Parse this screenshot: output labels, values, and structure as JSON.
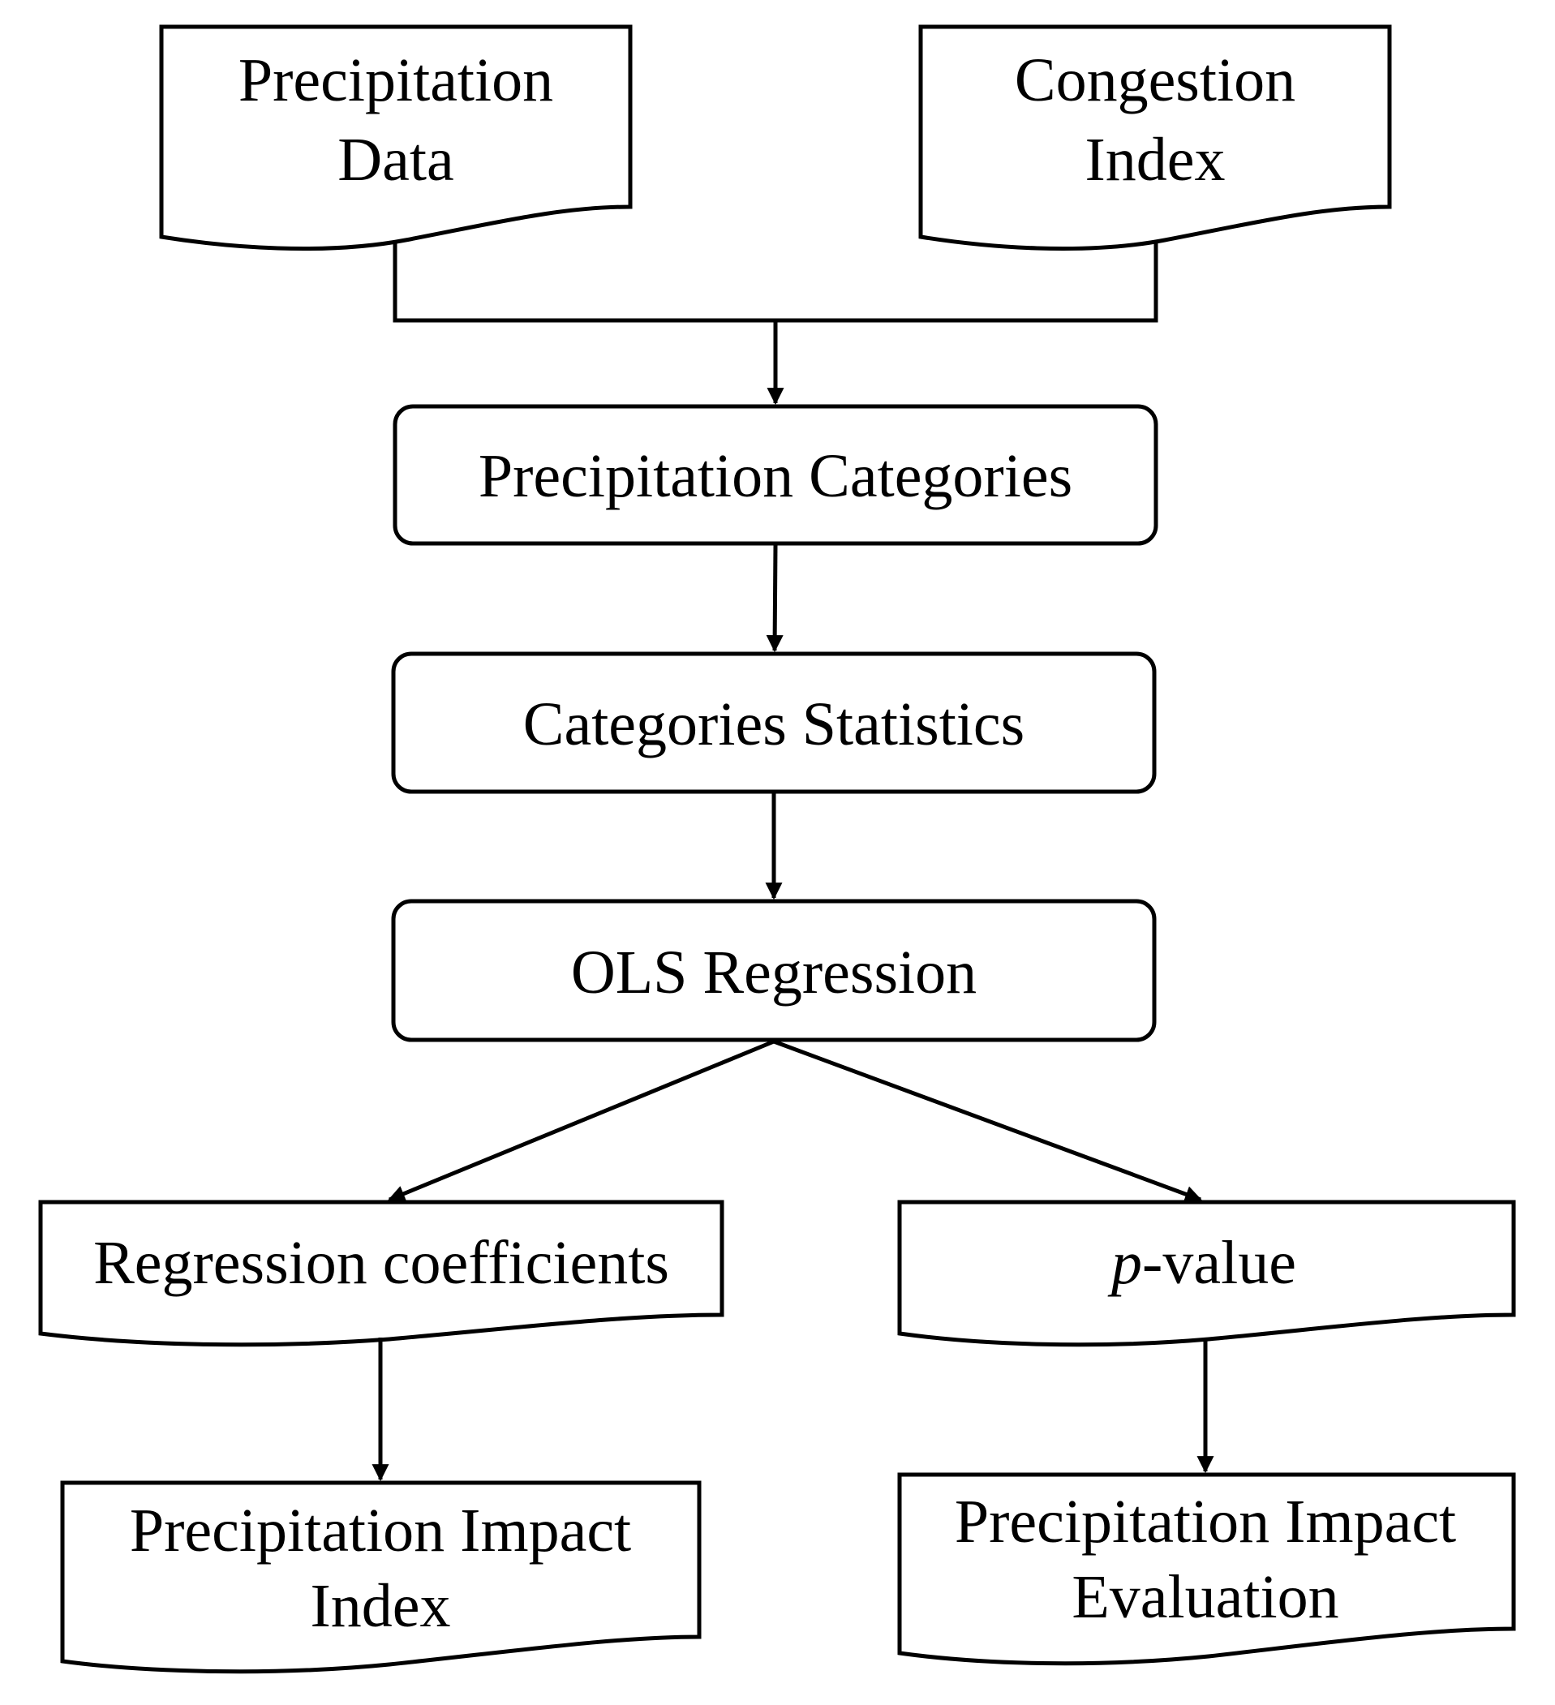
{
  "nodes": {
    "precipitation_data": {
      "line1": "Precipitation",
      "line2": "Data"
    },
    "congestion_index": {
      "line1": "Congestion",
      "line2": "Index"
    },
    "precipitation_categories": {
      "label": "Precipitation Categories"
    },
    "categories_statistics": {
      "label": "Categories Statistics"
    },
    "ols_regression": {
      "label": "OLS Regression"
    },
    "regression_coefficients": {
      "label": "Regression coefficients"
    },
    "p_value": {
      "italic_part": "p",
      "rest": "-value"
    },
    "precipitation_impact_index": {
      "line1": "Precipitation Impact",
      "line2": "Index"
    },
    "precipitation_impact_evaluation": {
      "line1": "Precipitation Impact",
      "line2": "Evaluation"
    }
  },
  "colors": {
    "stroke": "#000000",
    "fill": "#ffffff",
    "text": "#000000"
  }
}
